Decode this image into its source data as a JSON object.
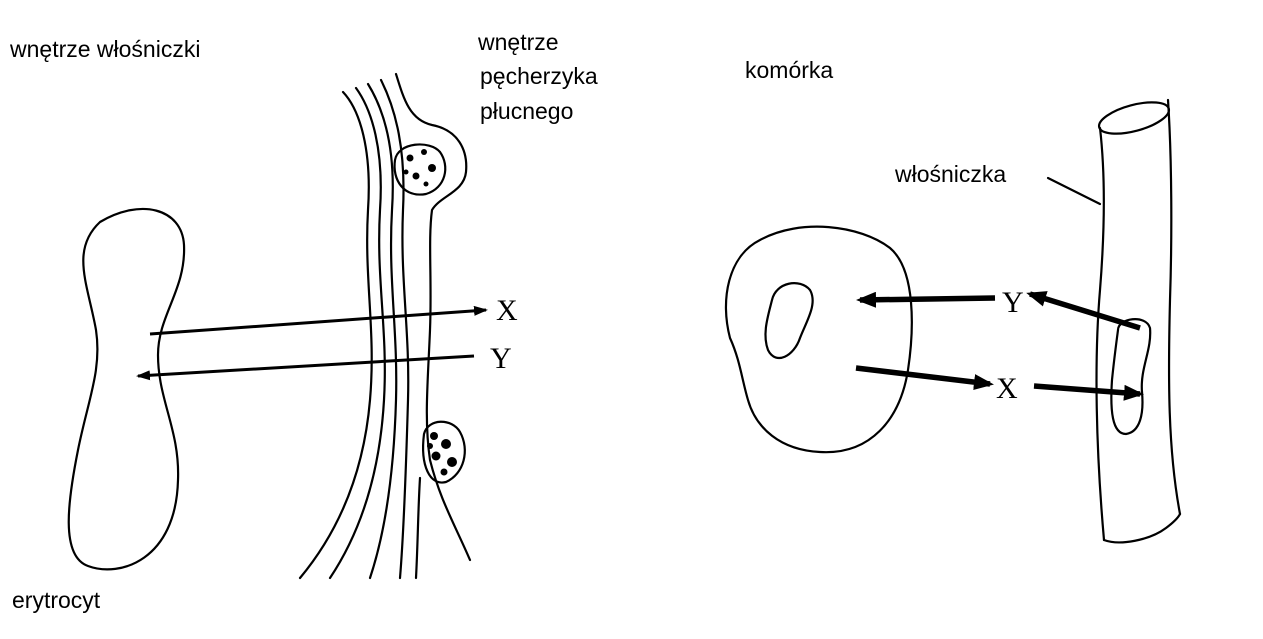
{
  "left_panel": {
    "capillary_interior": "wnętrze włośniczki",
    "alveolus_line1": "wnętrze",
    "alveolus_line2": "pęcherzyka",
    "alveolus_line3": "płucnego",
    "erythrocyte": "erytrocyt",
    "arrow_x": "X",
    "arrow_y": "Y"
  },
  "right_panel": {
    "cell": "komórka",
    "capillary": "włośniczka",
    "arrow_x": "X",
    "arrow_y": "Y"
  }
}
